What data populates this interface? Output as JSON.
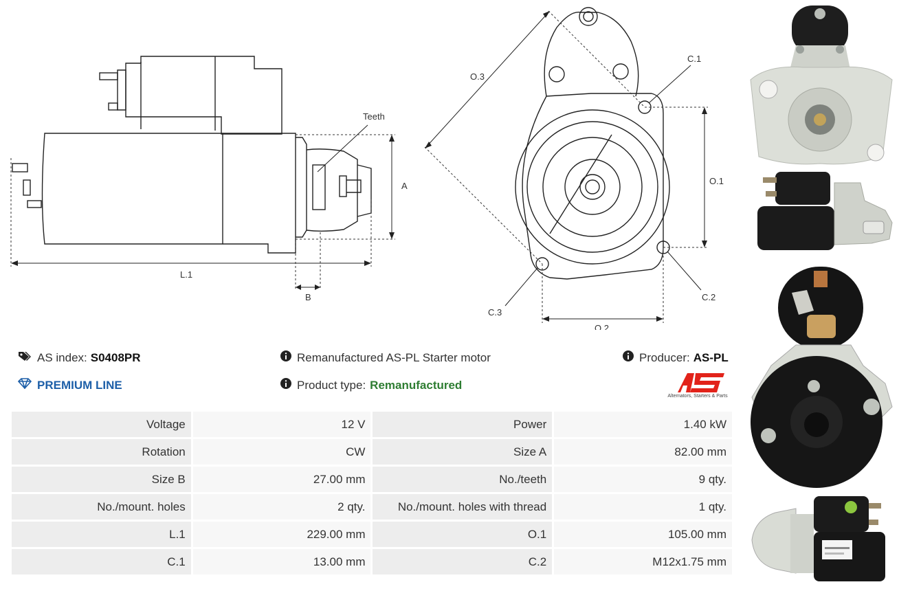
{
  "drawing_labels": {
    "teeth": "Teeth",
    "a": "A",
    "l1": "L.1",
    "b": "B",
    "o3": "O.3",
    "c1": "C.1",
    "o1": "O.1",
    "c2": "C.2",
    "c3": "C.3",
    "o2": "O.2"
  },
  "header": {
    "as_index_label": "AS index:",
    "as_index_value": "S0408PR",
    "premium_line": "PREMIUM LINE",
    "description": "Remanufactured AS-PL Starter motor",
    "product_type_label": "Product type:",
    "product_type_value": "Remanufactured",
    "producer_label": "Producer:",
    "producer_value": "AS-PL",
    "logo_caption": "Alternators, Starters & Parts"
  },
  "icons": {
    "tag": "tag-icon",
    "diamond": "diamond-icon",
    "info": "info-icon"
  },
  "colors": {
    "premium_blue": "#1d5fa8",
    "remanufactured_green": "#2e7d32",
    "logo_red": "#e2231a"
  },
  "specs": [
    [
      "Voltage",
      "12 V",
      "Power",
      "1.40 kW"
    ],
    [
      "Rotation",
      "CW",
      "Size A",
      "82.00 mm"
    ],
    [
      "Size B",
      "27.00 mm",
      "No./teeth",
      "9 qty."
    ],
    [
      "No./mount. holes",
      "2 qty.",
      "No./mount. holes with thread",
      "1 qty."
    ],
    [
      "L.1",
      "229.00 mm",
      "O.1",
      "105.00 mm"
    ],
    [
      "C.1",
      "13.00 mm",
      "C.2",
      "M12x1.75 mm"
    ]
  ]
}
